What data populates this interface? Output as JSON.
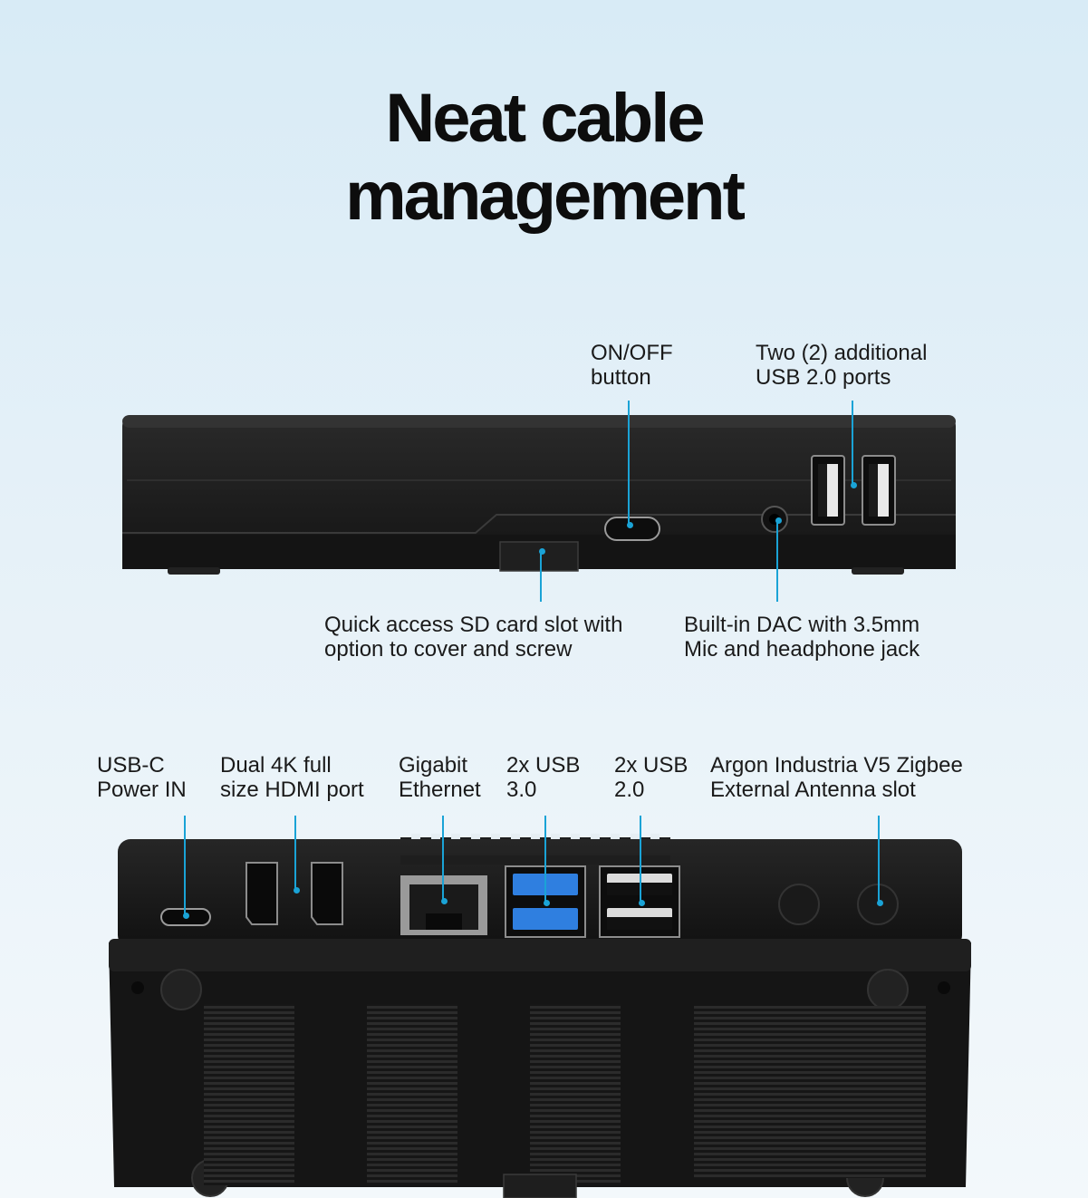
{
  "heading": {
    "line1": "Neat cable",
    "line2": "management"
  },
  "top_view": {
    "callouts": {
      "power_button": "ON/OFF\nbutton",
      "usb2_additional": "Two (2) additional\nUSB 2.0 ports",
      "sd_card": "Quick access SD card slot with\noption to cover and screw",
      "dac_jack": "Built-in DAC with 3.5mm\nMic and headphone jack"
    }
  },
  "bottom_view": {
    "callouts": {
      "usb_c": "USB-C\nPower IN",
      "hdmi": "Dual 4K full\nsize HDMI port",
      "ethernet": "Gigabit\nEthernet",
      "usb3": "2x USB\n3.0",
      "usb2": "2x USB\n2.0",
      "zigbee": "Argon Industria V5 Zigbee\nExternal Antenna slot"
    }
  },
  "colors": {
    "accent": "#1aa3d6",
    "case": "#1b1b1b",
    "usb3_blue": "#2f7fe0"
  }
}
